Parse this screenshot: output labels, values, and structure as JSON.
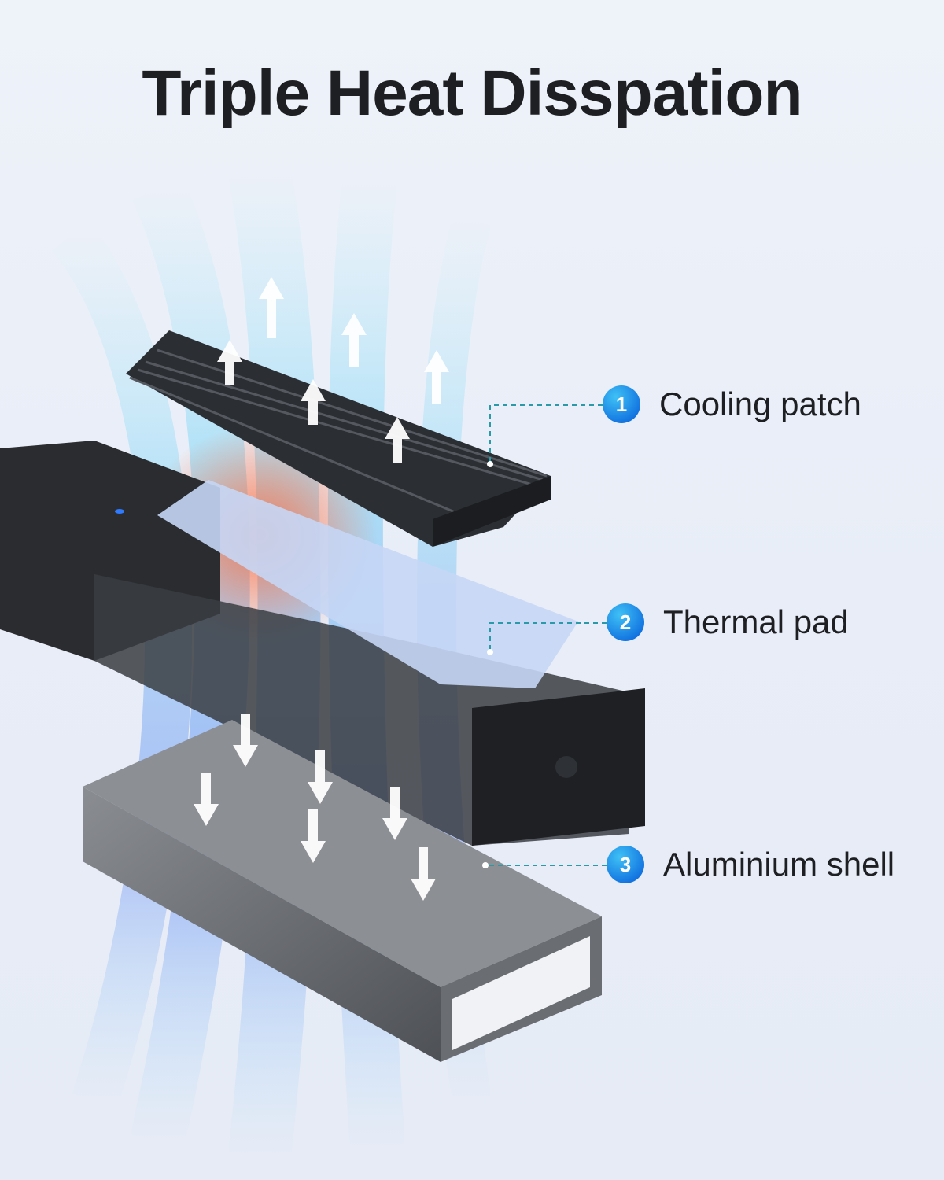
{
  "title": "Triple Heat Disspation",
  "callouts": [
    {
      "number": "1",
      "label": "Cooling patch"
    },
    {
      "number": "2",
      "label": "Thermal pad"
    },
    {
      "number": "3",
      "label": "Aluminium shell"
    }
  ],
  "colors": {
    "badge": "#1a8ae8",
    "leader": "#2a9aa8",
    "text": "#1d1f22"
  }
}
